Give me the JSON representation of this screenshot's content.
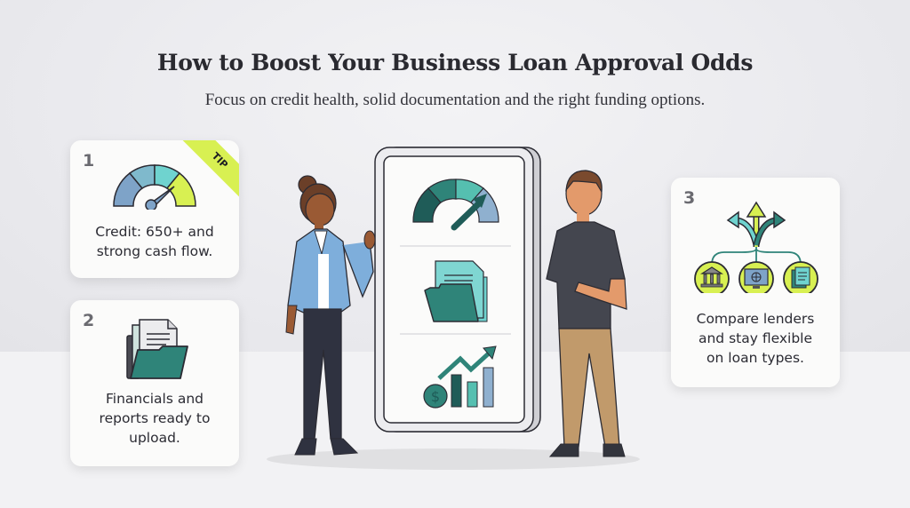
{
  "header": {
    "title": "How to Boost Your Business Loan Approval Odds",
    "subtitle": "Focus on credit health, solid documentation and the right funding options."
  },
  "cards": [
    {
      "number": "1",
      "badge": "TIP",
      "icon": "credit-gauge-icon",
      "lines": [
        "Credit: 650+ and",
        "strong cash flow."
      ]
    },
    {
      "number": "2",
      "icon": "document-folder-icon",
      "lines": [
        "Financials and",
        "reports ready to",
        "upload."
      ]
    },
    {
      "number": "3",
      "icon": "branching-options-icon",
      "sub_icons": [
        "bank-icon",
        "online-lender-icon",
        "documents-icon"
      ],
      "lines": [
        "Compare lenders",
        "and stay flexible",
        "on loan types."
      ]
    }
  ],
  "phone": {
    "icons": [
      "gauge-icon",
      "folder-icon",
      "growth-chart-icon"
    ]
  },
  "colors": {
    "teal_dark": "#1f5c58",
    "teal": "#2f8479",
    "teal_light": "#6fd3cf",
    "blue": "#7ea3c8",
    "lime": "#d8f052",
    "text": "#2b2b33"
  }
}
